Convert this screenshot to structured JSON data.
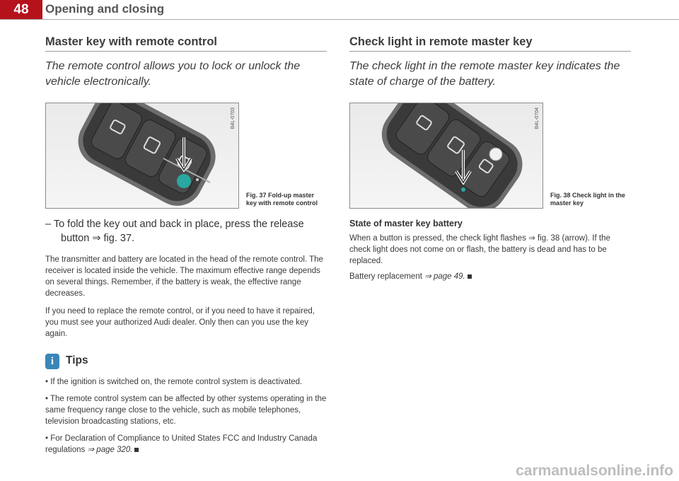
{
  "header": {
    "page_number": "48",
    "title": "Opening and closing"
  },
  "left": {
    "title": "Master key with remote control",
    "lead": "The remote control allows you to lock or unlock the vehicle electronically.",
    "figure": {
      "code": "B4L-0703",
      "caption": "Fig. 37  Fold-up master key with remote control"
    },
    "step": "– To fold the key out and back in place, press the release button ⇒ fig. 37.",
    "para1": "The transmitter and battery are located in the head of the remote control. The receiver is located inside the vehicle. The maximum effective range depends on several things. Remember, if the battery is weak, the effective range decreases.",
    "para2": "If you need to replace the remote control, or if you need to have it repaired, you must see your authorized Audi dealer. Only then can you use the key again.",
    "tips": {
      "icon": "i",
      "label": "Tips",
      "bullets": [
        "•  If the ignition is switched on, the remote control system is deactivated.",
        "•  The remote control system can be affected by other systems operating in the same frequency range close to the vehicle, such as mobile telephones, television broadcasting stations, etc.",
        "•  For Declaration of Compliance to United States FCC and Industry Canada regulations "
      ],
      "ref": "⇒ page 320."
    }
  },
  "right": {
    "title": "Check light in remote master key",
    "lead": "The check light in the remote master key indicates the state of charge of the battery.",
    "figure": {
      "code": "B4L-0704",
      "caption": "Fig. 38  Check light in the master key"
    },
    "subhead": "State of master key battery",
    "para1": "When a button is pressed, the check light flashes ⇒ fig. 38 (arrow). If the check light does not come on or flash, the battery is dead and has to be replaced.",
    "para2_prefix": "Battery replacement ",
    "para2_ref": "⇒ page 49."
  },
  "watermark": "carmanualsonline.info",
  "colors": {
    "page_tab": "#b5121b",
    "tips_icon": "#3a86b8",
    "led_teal": "#2aa7a0"
  }
}
